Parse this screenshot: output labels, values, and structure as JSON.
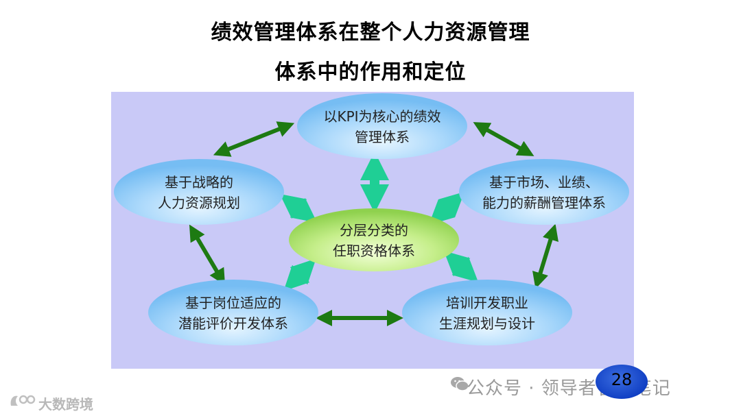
{
  "title_line1": "绩效管理体系在整个人力资源管理",
  "title_line2": "体系中的作用和定位",
  "nodes": {
    "kpi": {
      "line1": "以KPI为核心的绩效",
      "line2": "管理体系"
    },
    "strategy": {
      "line1": "基于战略的",
      "line2": "人力资源规划"
    },
    "pay": {
      "line1": "基于市场、业绩、",
      "line2": "能力的薪酬管理体系"
    },
    "center": {
      "line1": "分层分类的",
      "line2": "任职资格体系"
    },
    "assessment": {
      "line1": "基于岗位适应的",
      "line2": "潜能评价开发体系"
    },
    "career": {
      "line1": "培训开发职业",
      "line2": "生涯规划与设计"
    }
  },
  "page_number": "28",
  "watermark_right": "公众号 · 领导者管理笔记",
  "watermark_left": "大数跨境",
  "colors": {
    "panel": "#c9c9f7",
    "outer_arrow": "#1d7a12",
    "inner_arrow": "#1fcf95"
  }
}
